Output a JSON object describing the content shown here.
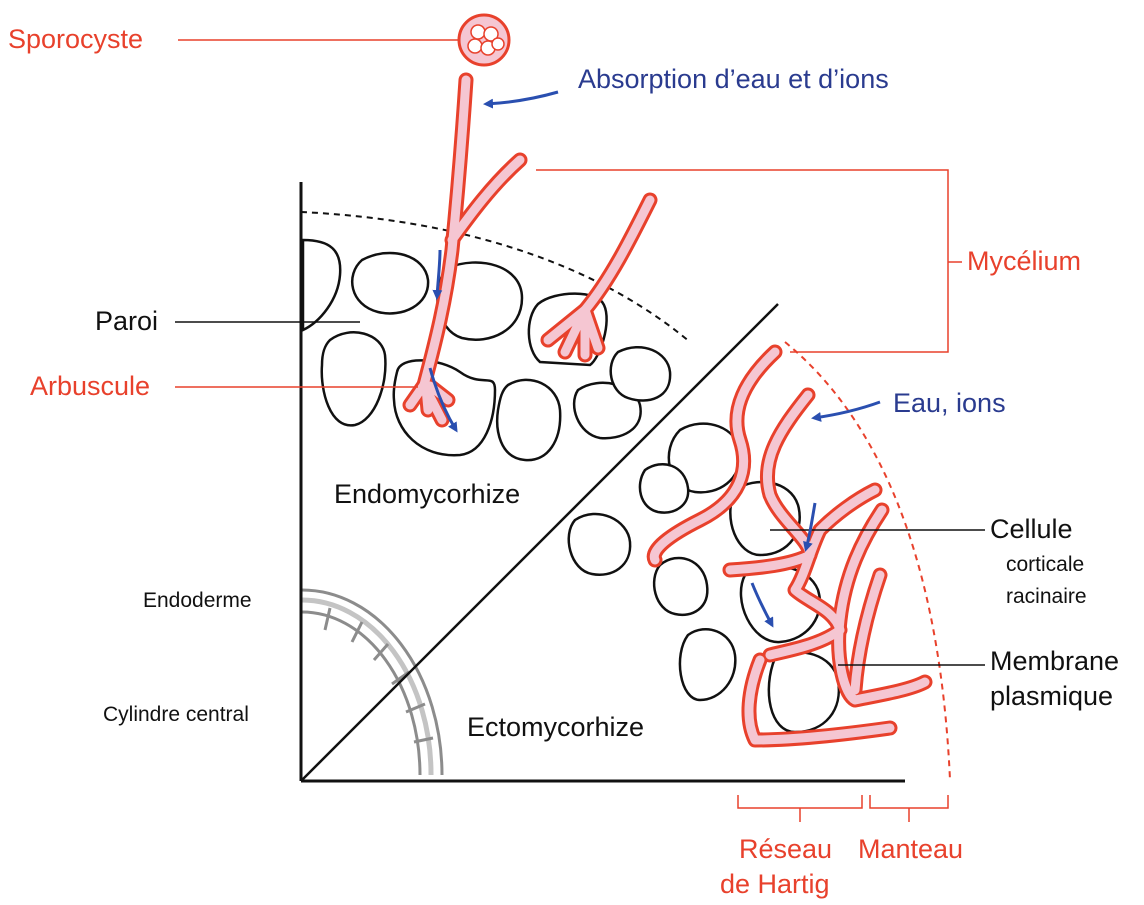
{
  "colors": {
    "label_red": "#e8412c",
    "label_blue": "#2a3b8f",
    "hypha_fill": "#f5c6d2",
    "hypha_outline": "#e8412c",
    "outline": "#111111",
    "endoderm": "#8c8c8c",
    "arrow": "#2a4fb0"
  },
  "labels": {
    "sporocyste": "Sporocyste",
    "absorption": "Absorption d’eau et d’ions",
    "mycelium": "Mycélium",
    "paroi": "Paroi",
    "arbuscule": "Arbuscule",
    "eau_ions": "Eau, ions",
    "endomycorhize": "Endomycorhize",
    "cellule": "Cellule",
    "corticale": "corticale",
    "racinaire": "racinaire",
    "endoderme": "Endoderme",
    "membrane": "Membrane",
    "plasmique": "plasmique",
    "cylindre_central": "Cylindre central",
    "ectomycorhize": "Ectomycorhize",
    "reseau_line1": "Réseau",
    "reseau_line2": "de Hartig",
    "manteau": "Manteau"
  }
}
